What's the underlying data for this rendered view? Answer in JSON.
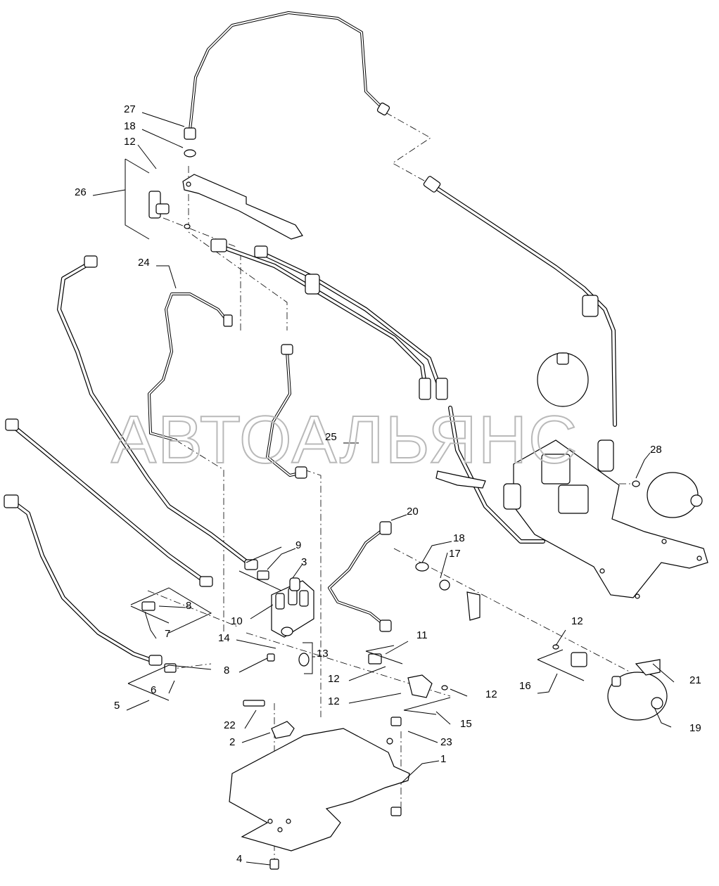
{
  "watermark": "АВТОАЛЬЯНС",
  "callouts": [
    {
      "id": "c27",
      "text": "27"
    },
    {
      "id": "c18a",
      "text": "18"
    },
    {
      "id": "c12a",
      "text": "12"
    },
    {
      "id": "c26",
      "text": "26"
    },
    {
      "id": "c24",
      "text": "24"
    },
    {
      "id": "c25",
      "text": "25"
    },
    {
      "id": "c28",
      "text": "28"
    },
    {
      "id": "c20",
      "text": "20"
    },
    {
      "id": "c18b",
      "text": "18"
    },
    {
      "id": "c17",
      "text": "17"
    },
    {
      "id": "c9",
      "text": "9"
    },
    {
      "id": "c3",
      "text": "3"
    },
    {
      "id": "c8a",
      "text": "8"
    },
    {
      "id": "c10",
      "text": "10"
    },
    {
      "id": "c7",
      "text": "7"
    },
    {
      "id": "c14",
      "text": "14"
    },
    {
      "id": "c13",
      "text": "13"
    },
    {
      "id": "c11",
      "text": "11"
    },
    {
      "id": "c12b",
      "text": "12"
    },
    {
      "id": "c16",
      "text": "16"
    },
    {
      "id": "c21",
      "text": "21"
    },
    {
      "id": "c8b",
      "text": "8"
    },
    {
      "id": "c12c",
      "text": "12"
    },
    {
      "id": "c6",
      "text": "6"
    },
    {
      "id": "c5",
      "text": "5"
    },
    {
      "id": "c12d",
      "text": "12"
    },
    {
      "id": "c12e",
      "text": "12"
    },
    {
      "id": "c15",
      "text": "15"
    },
    {
      "id": "c19",
      "text": "19"
    },
    {
      "id": "c22",
      "text": "22"
    },
    {
      "id": "c23",
      "text": "23"
    },
    {
      "id": "c2",
      "text": "2"
    },
    {
      "id": "c1",
      "text": "1"
    },
    {
      "id": "c4",
      "text": "4"
    }
  ]
}
